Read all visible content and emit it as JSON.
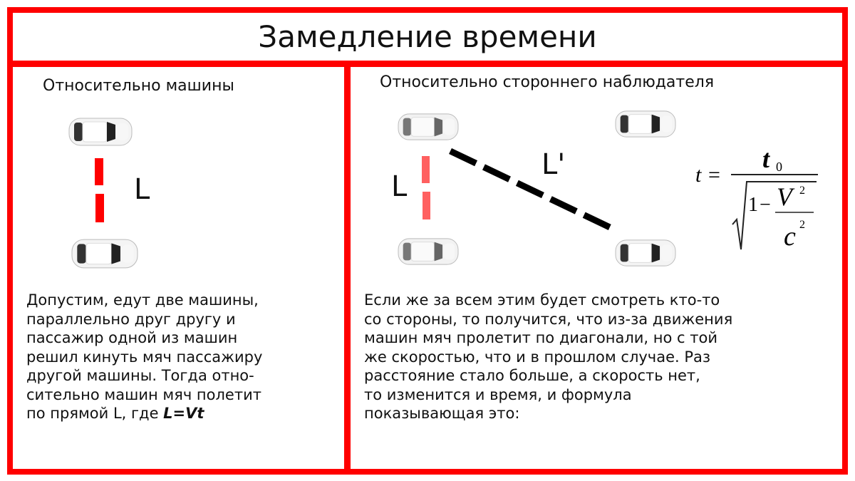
{
  "title": "Замедление времени",
  "left_panel": {
    "heading": "Относительно машины",
    "distance_label": "L",
    "dash_color": "#ff0000",
    "text_lines": [
      "Допустим, едут две машины,",
      "параллельно друг другу и",
      "пассажир одной из машин",
      "решил кинуть мяч пассажиру",
      "другой машины. Тогда отно-",
      "сительно машин мяч полетит",
      "по прямой L, где "
    ],
    "formula_inline": "L=Vt"
  },
  "right_panel": {
    "heading": "Относительно стороннего наблюдателя",
    "distance_label": "L",
    "diagonal_label": "L'",
    "dash_color": "#ff6060",
    "diagonal_color": "#000000",
    "text_lines": [
      "Если же за всем этим будет смотреть кто-то",
      "со стороны, то получится, что из-за движения",
      "машин мяч пролетит по диагонали, но с той",
      "же скоростью, что и в прошлом случае. Раз",
      "расстояние стало больше, а скорость нет,",
      "то изменится и время, и формула",
      "показывающая это:"
    ],
    "formula": {
      "lhs": "t",
      "eq": "=",
      "numerator": "t",
      "numerator_sub": "0",
      "one": "1",
      "minus": "−",
      "v": "V",
      "v_exp": "2",
      "c": "c",
      "c_exp": "2"
    }
  },
  "colors": {
    "frame": "#ff0000"
  }
}
